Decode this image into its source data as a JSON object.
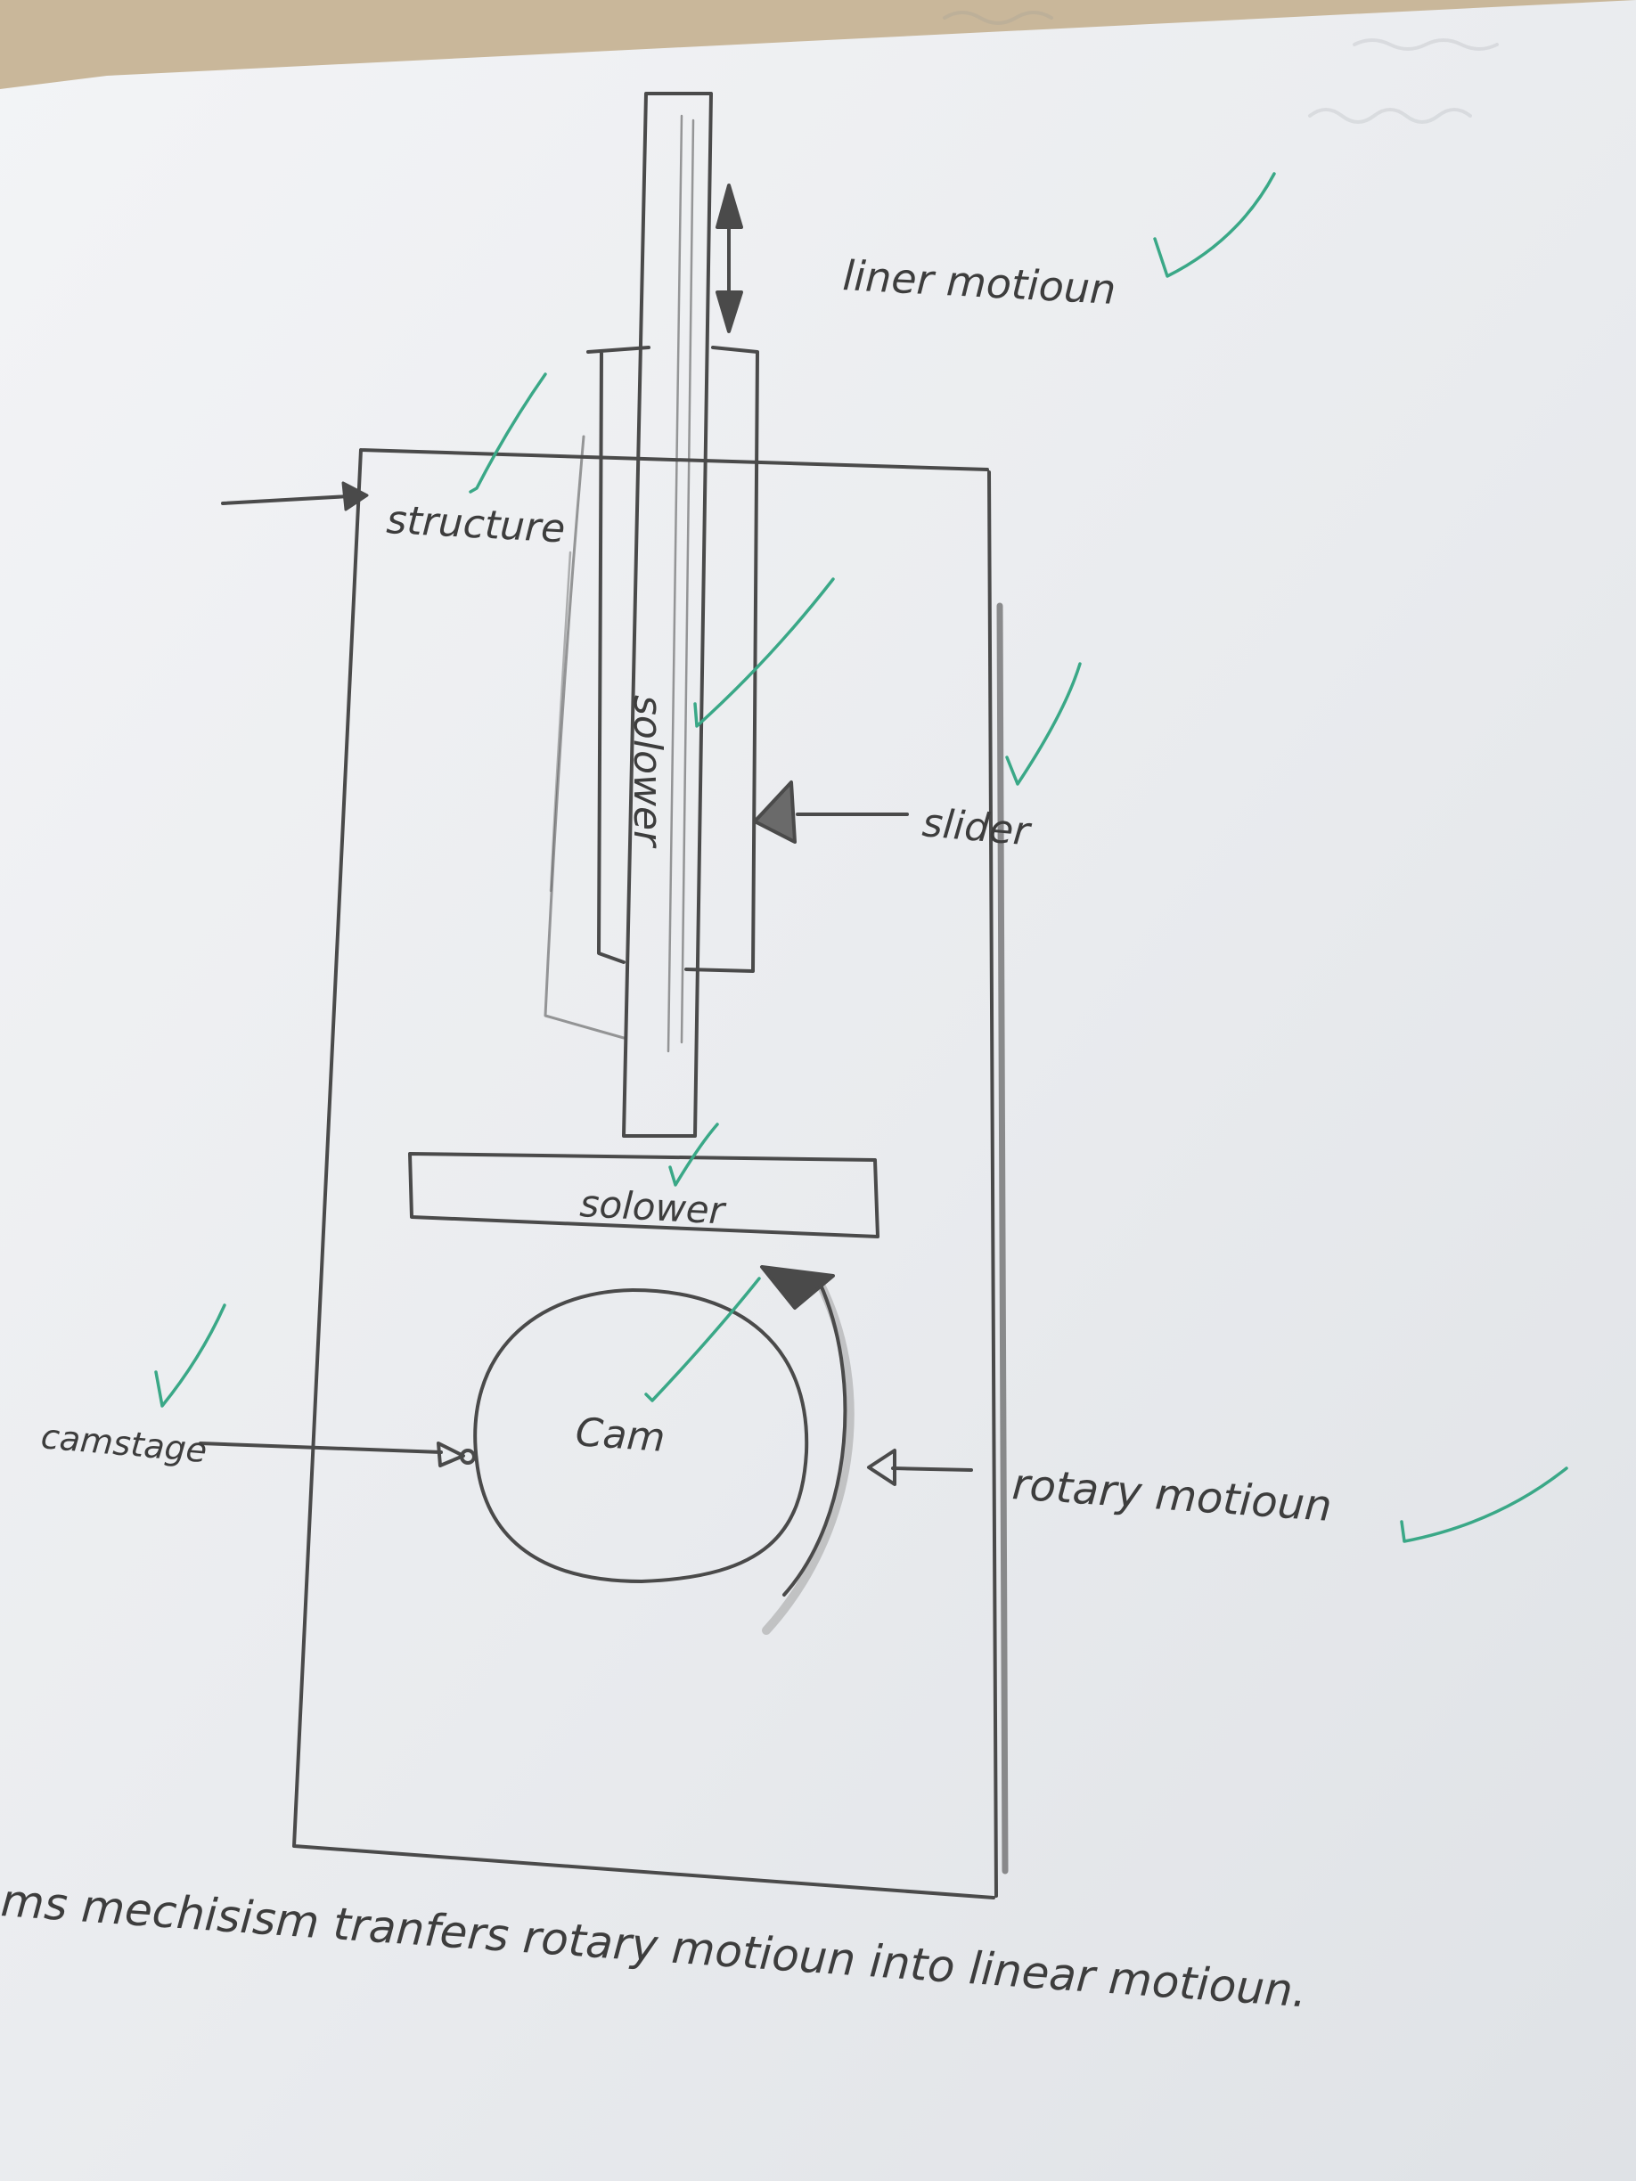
{
  "labels": {
    "linear_motion": "liner motioun",
    "structure": "structure",
    "slider": "slider",
    "follower_vertical": "solower",
    "follower_plate": "solower",
    "cam": "Cam",
    "camstage": "camstage",
    "rotary_motion": "rotary motioun"
  },
  "caption": "ms mechisism tranfers rotary motioun into linear motioun.",
  "colors": {
    "paper": "#eef0f2",
    "pencil": "#4a4a4a",
    "check_mark": "#3aa887",
    "desk": "#c9b79a"
  }
}
